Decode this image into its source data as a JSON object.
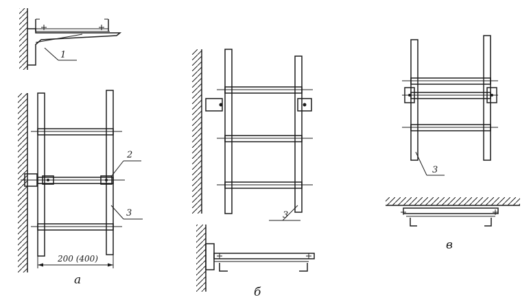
{
  "figures": [
    {
      "label": "а",
      "items": [
        {
          "label": "1"
        },
        {
          "label": "2"
        },
        {
          "label": "3"
        }
      ],
      "dimension": "200 (400)"
    },
    {
      "label": "б",
      "items": [
        {
          "label": "3"
        }
      ]
    },
    {
      "label": "в",
      "items": [
        {
          "label": "3"
        }
      ]
    }
  ]
}
